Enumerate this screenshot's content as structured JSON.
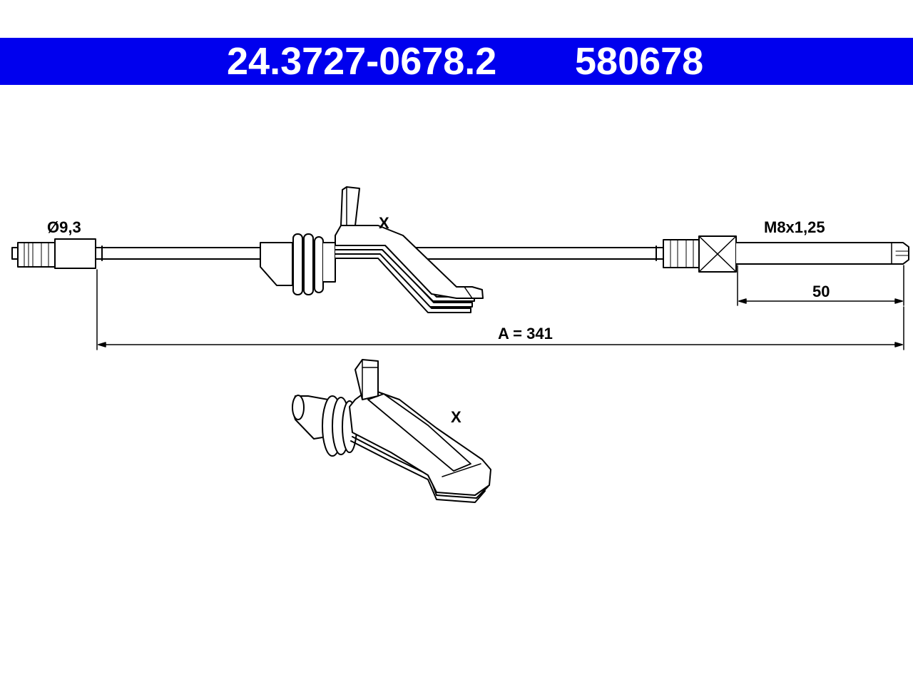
{
  "header": {
    "part_number": "24.3727-0678.2",
    "ref_number": "580678",
    "background_color": "#0000ee",
    "text_color": "#ffffff"
  },
  "labels": {
    "diameter": "Ø9,3",
    "thread": "M8x1,25",
    "thread_length": "50",
    "total_length": "A = 341",
    "detail_marker_top": "X",
    "detail_marker_bottom": "X"
  }
}
